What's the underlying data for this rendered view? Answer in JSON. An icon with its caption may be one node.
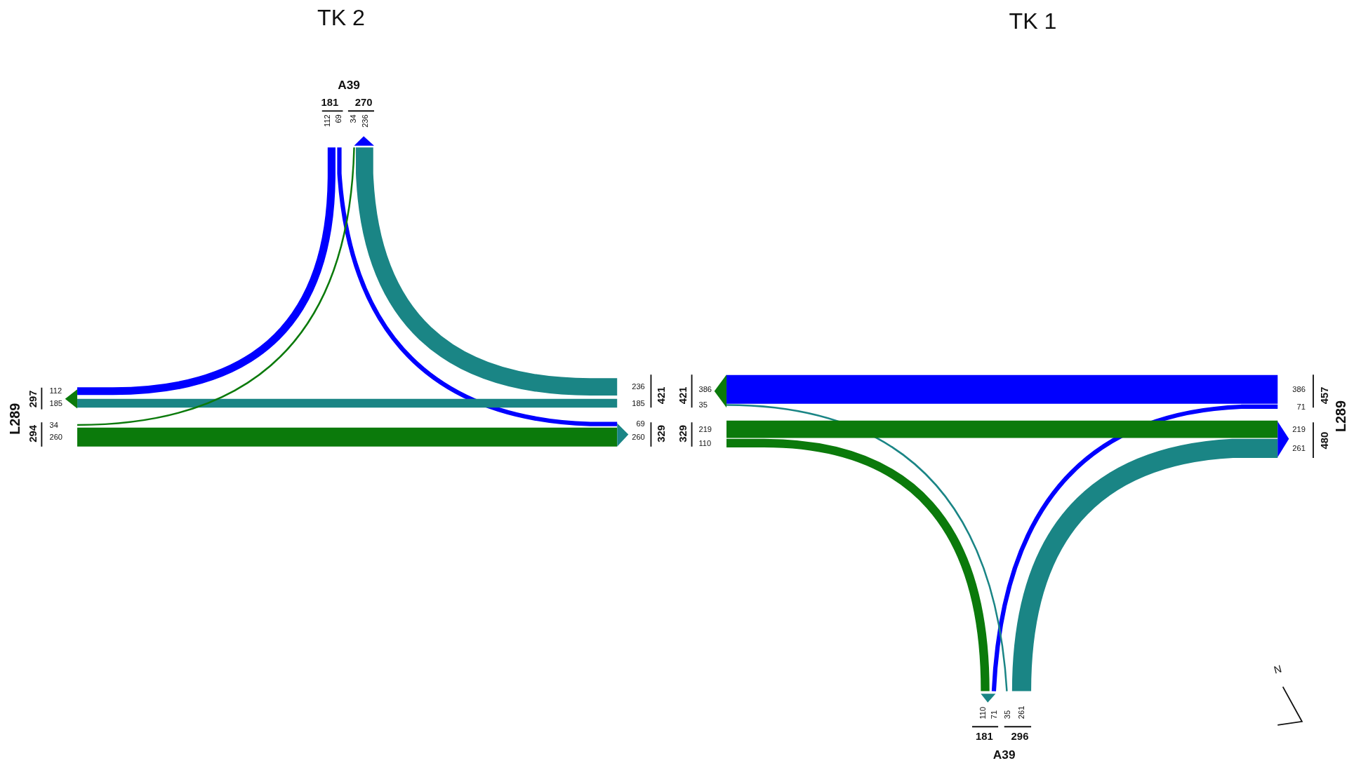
{
  "diagram": {
    "nodes": [
      {
        "text": [
          "112"
        ]
      },
      {
        "text": [
          "69"
        ]
      },
      {
        "text": [
          "34"
        ]
      },
      {
        "text": [
          "236"
        ]
      },
      {
        "text": [
          "112"
        ]
      },
      {
        "text": [
          "185"
        ]
      },
      {
        "text": [
          "34"
        ]
      },
      {
        "text": [
          "260"
        ]
      },
      {
        "text": [
          "236"
        ]
      },
      {
        "text": [
          "185"
        ]
      },
      {
        "text": [
          "69"
        ]
      },
      {
        "text": [
          "260"
        ]
      },
      {
        "text": [
          "386"
        ]
      },
      {
        "text": [
          "35"
        ]
      },
      {
        "text": [
          "219"
        ]
      },
      {
        "text": [
          "110"
        ]
      },
      {
        "text": [
          "386"
        ]
      },
      {
        "text": [
          "71"
        ]
      },
      {
        "text": [
          "219"
        ]
      },
      {
        "text": [
          "261"
        ]
      },
      {
        "text": [
          "110"
        ]
      },
      {
        "text": [
          "71"
        ]
      },
      {
        "text": [
          "35"
        ]
      },
      {
        "text": [
          "261"
        ]
      }
    ],
    "edges": [
      {
        "from": 0,
        "to": 4,
        "arrow": "to",
        "color": "#0000ff"
      },
      {
        "from": 1,
        "to": 10,
        "arrow": "to",
        "color": "#0000ff"
      },
      {
        "from": 8,
        "to": 3,
        "arrow": "to",
        "color": "#1a8585",
        "style": "thick"
      },
      {
        "from": 9,
        "to": 5,
        "arrow": "to",
        "color": "#1a8585"
      },
      {
        "from": 6,
        "to": 2,
        "arrow": "to",
        "color": "#0b7a0b"
      },
      {
        "from": 7,
        "to": 11,
        "arrow": "to",
        "color": "#0b7a0b",
        "style": "thick"
      },
      {
        "from": 16,
        "to": 12,
        "arrow": "to",
        "color": "#0000ff",
        "style": "thick"
      },
      {
        "from": 17,
        "to": 21,
        "arrow": "to",
        "color": "#0000ff"
      },
      {
        "from": 22,
        "to": 13,
        "arrow": "to",
        "color": "#1a8585"
      },
      {
        "from": 14,
        "to": 18,
        "arrow": "to",
        "color": "#0b7a0b",
        "style": "thick"
      },
      {
        "from": 15,
        "to": 20,
        "arrow": "to",
        "color": "#0b7a0b"
      },
      {
        "from": 23,
        "to": 19,
        "arrow": "to",
        "color": "#1a8585",
        "style": "thick"
      }
    ],
    "labels": [
      "TK 2",
      "TK 1",
      "A39",
      "181",
      "270",
      "L289",
      "297",
      "294",
      "421",
      "421",
      "329",
      "329",
      "457",
      "L289",
      "480",
      "181",
      "296",
      "A39",
      "N"
    ]
  }
}
